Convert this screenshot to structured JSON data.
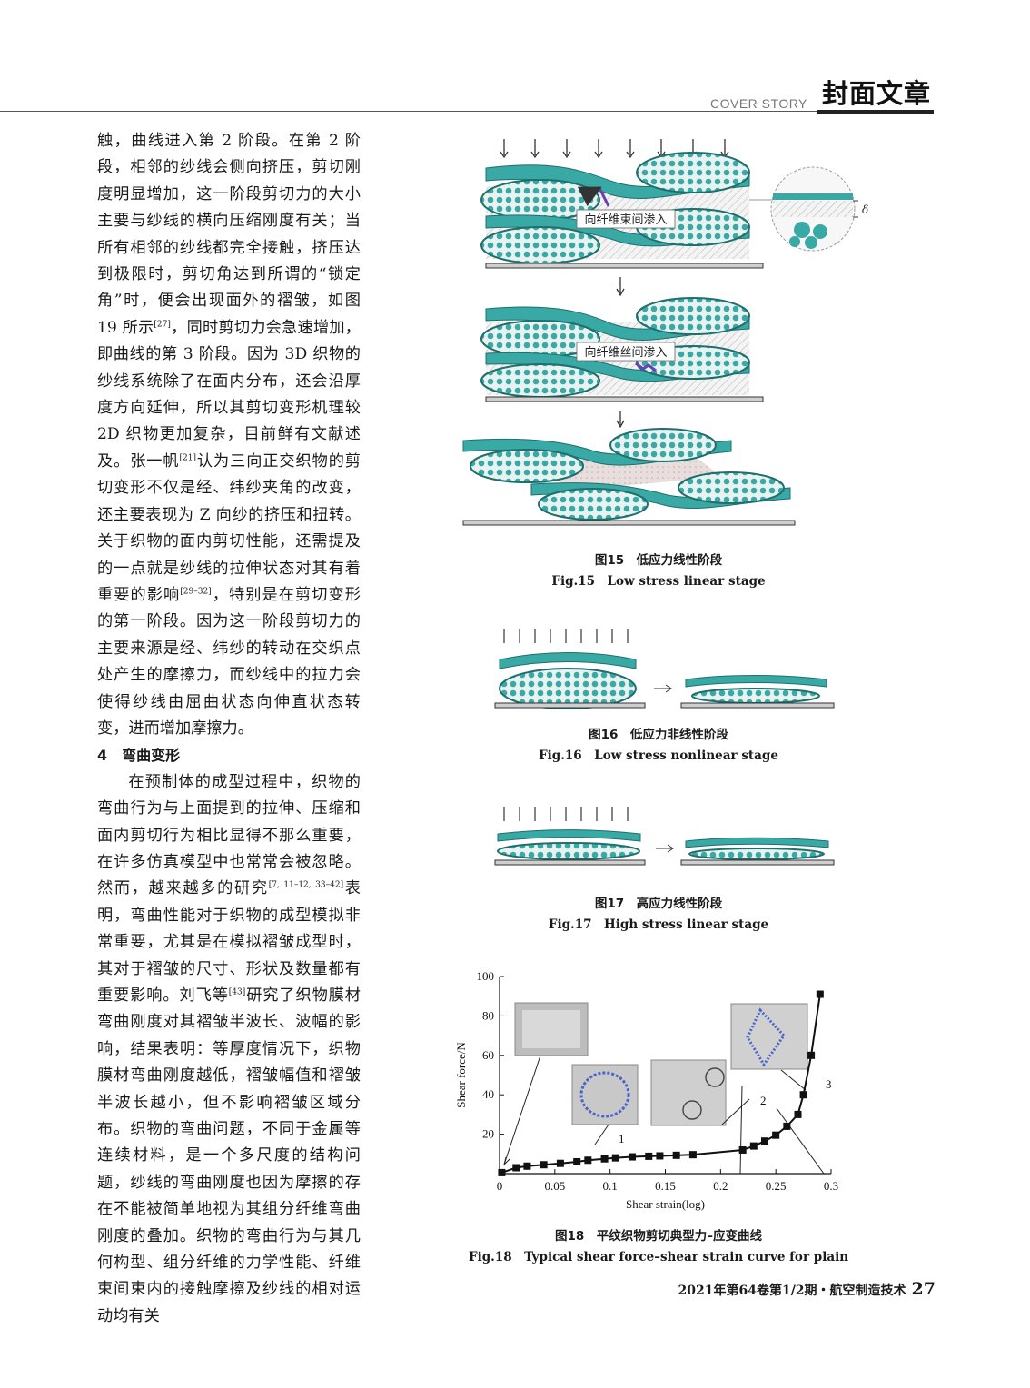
{
  "header": {
    "en": "COVER STORY",
    "zh": "封面文章"
  },
  "body": {
    "p1": "触，曲线进入第 2 阶段。在第 2 阶段，相邻的纱线会侧向挤压，剪切刚度明显增加，这一阶段剪切力的大小主要与纱线的横向压缩刚度有关；当所有相邻的纱线都完全接触，挤压达到极限时，剪切角达到所谓的“锁定角”时，便会出现面外的褶皱，如图 19 所示",
    "ref27": "[27]",
    "p1b": "，同时剪切力会急速增加，即曲线的第 3 阶段。因为 3D 织物的纱线系统除了在面内分布，还会沿厚度方向延伸，所以其剪切变形机理较 2D 织物更加复杂，目前鲜有文献述及。张一帆",
    "ref21": "[21]",
    "p1c": "认为三向正交织物的剪切变形不仅是经、纬纱夹角的改变，还主要表现为 Z 向纱的挤压和扭转。关于织物的面内剪切性能，还需提及的一点就是纱线的拉伸状态对其有着重要的影响",
    "ref2932": "[29–32]",
    "p1d": "，特别是在剪切变形的第一阶段。因为这一阶段剪切力的主要来源是经、纬纱的转动在交织点处产生的摩擦力，而纱线中的拉力会使得纱线由屈曲状态向伸直状态转变，进而增加摩擦力。",
    "section": "4　弯曲变形",
    "p2a": "在预制体的成型过程中，织物的弯曲行为与上面提到的拉伸、压缩和面内剪切行为相比显得不那么重要，在许多仿真模型中也常常会被忽略。然而，越来越多的研究",
    "ref_multi": "[7, 11–12, 33–42]",
    "p2b": "表明，弯曲性能对于织物的成型模拟非常重要，尤其是在模拟褶皱成型时，其对于褶皱的尺寸、形状及数量都有重要影响。刘飞等",
    "ref43": "[43]",
    "p2c": "研究了织物膜材弯曲刚度对其褶皱半波长、波幅的影响，结果表明：等厚度情况下，织物膜材弯曲刚度越低，褶皱幅值和褶皱半波长越小，但不影响褶皱区域分布。织物的弯曲问题，不同于金属等连续材料，是一个多尺度的结构问题，纱线的弯曲刚度也因为摩擦的存在不能被简单地视为其组分纤维弯曲刚度的叠加。织物的弯曲行为与其几何构型、组分纤维的力学性能、纤维束间束内的接触摩擦及纱线的相对运动均有关"
  },
  "fig15": {
    "label1": "向纤维束间渗入",
    "label2": "向纤维丝间渗入",
    "delta": "δ",
    "cap_zh": "图15　低应力线性阶段",
    "cap_en": "Fig.15　Low stress linear stage"
  },
  "fig16": {
    "cap_zh": "图16　低应力非线性阶段",
    "cap_en": "Fig.16　Low stress nonlinear stage"
  },
  "fig17": {
    "cap_zh": "图17　高应力线性阶段",
    "cap_en": "Fig.17　High stress linear stage"
  },
  "fig18": {
    "cap_zh": "图18　平纹织物剪切典型力–应变曲线",
    "cap_en": "Fig.18　Typical shear force–shear strain curve for plain"
  },
  "chart_data": {
    "type": "line",
    "xlabel": "Shear strain(log)",
    "ylabel": "Shear force/N",
    "xlim": [
      0,
      0.3
    ],
    "ylim": [
      0,
      100
    ],
    "xticks": [
      "0",
      "0.05",
      "0.1",
      "0.15",
      "0.2",
      "0.25",
      "0.3"
    ],
    "yticks": [
      "20",
      "40",
      "60",
      "80",
      "100"
    ],
    "annotations": [
      "1",
      "2",
      "3"
    ],
    "series": [
      {
        "x": [
          0.002,
          0.015,
          0.025,
          0.04,
          0.055,
          0.07,
          0.08,
          0.095,
          0.105,
          0.12,
          0.135,
          0.145,
          0.16,
          0.175,
          0.22,
          0.23,
          0.24,
          0.25,
          0.26,
          0.27,
          0.275,
          0.282,
          0.29
        ],
        "y": [
          0.5,
          3,
          3.8,
          4.5,
          5.2,
          6,
          6.8,
          7.5,
          8,
          8.5,
          8.8,
          9,
          9.3,
          9.6,
          12,
          14,
          16.5,
          19.5,
          24,
          30,
          40,
          60,
          91
        ]
      }
    ]
  },
  "footer": {
    "text": "2021年第64卷第1/2期・航空制造技术",
    "page": "27"
  }
}
